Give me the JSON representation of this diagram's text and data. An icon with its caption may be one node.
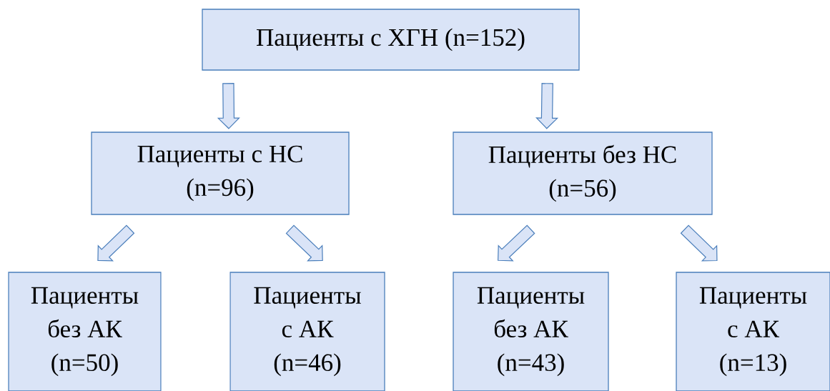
{
  "diagram": {
    "nodes": [
      {
        "text": [
          "Пациенты с ХГН (n=152)"
        ]
      },
      {
        "text": [
          "Пациенты с НС (n=96)"
        ]
      },
      {
        "text": [
          "Пациенты без НС (n=56)"
        ]
      },
      {
        "text": [
          "Пациенты без АК (n=50)"
        ]
      },
      {
        "text": [
          "Пациенты с АК (n=46)"
        ]
      },
      {
        "text": [
          "Пациенты без АК (n=43)"
        ]
      },
      {
        "text": [
          "Пациенты с АК (n=13)"
        ]
      }
    ],
    "edges": [
      {
        "from": 0,
        "to": 1,
        "arrow": "to"
      },
      {
        "from": 0,
        "to": 2,
        "arrow": "to"
      },
      {
        "from": 1,
        "to": 3,
        "arrow": "to"
      },
      {
        "from": 1,
        "to": 4,
        "arrow": "to"
      },
      {
        "from": 2,
        "to": 5,
        "arrow": "to"
      },
      {
        "from": 2,
        "to": 6,
        "arrow": "to"
      }
    ]
  }
}
